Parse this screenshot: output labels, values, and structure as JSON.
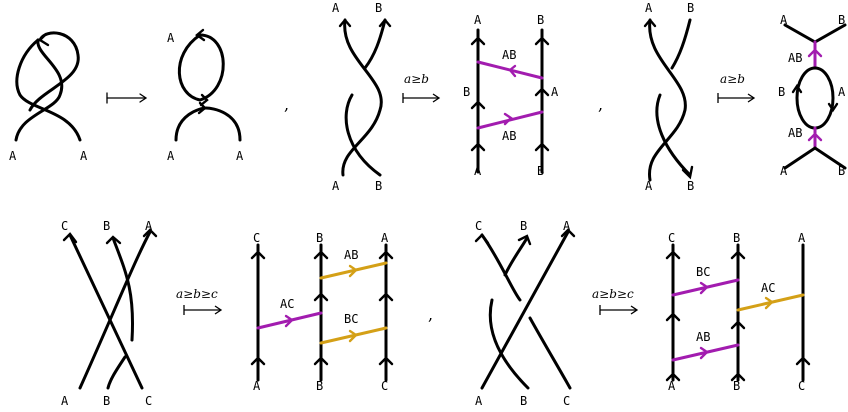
{
  "colors": {
    "ink": "#000000",
    "purple": "#a21caf",
    "gold": "#d4a017"
  },
  "separator": ",",
  "panels": [
    {
      "bottom": [
        "A",
        "A"
      ],
      "rhs_labels": [
        "A",
        "A",
        "A"
      ]
    },
    {
      "top": [
        "A",
        "B"
      ],
      "bottom": [
        "A",
        "B"
      ],
      "condition": "a≥b",
      "rhs_strand_labels": [
        "A",
        "B",
        "A",
        "B"
      ],
      "rhs_region_labels": [
        "B",
        "A"
      ],
      "rhs_edge_labels": [
        "AB",
        "AB"
      ]
    },
    {
      "top": [
        "A",
        "B"
      ],
      "bottom": [
        "A",
        "B"
      ],
      "condition": "a≥b",
      "rhs_labels": [
        "A",
        "B",
        "A",
        "B"
      ],
      "rhs_region_labels": [
        "B",
        "A"
      ],
      "rhs_edge_labels": [
        "AB",
        "AB"
      ]
    },
    {
      "top": [
        "C",
        "B",
        "A"
      ],
      "bottom": [
        "A",
        "B",
        "C"
      ],
      "condition": "a≥b≥c",
      "rhs_top": [
        "C",
        "B",
        "A"
      ],
      "rhs_bottom": [
        "A",
        "B",
        "C"
      ],
      "rhs_edge_labels": [
        "AB",
        "AC",
        "BC"
      ]
    },
    {
      "top": [
        "C",
        "B",
        "A"
      ],
      "bottom": [
        "A",
        "B",
        "C"
      ],
      "condition": "a≥b≥c",
      "rhs_top": [
        "C",
        "B",
        "A"
      ],
      "rhs_bottom": [
        "A",
        "B",
        "C"
      ],
      "rhs_edge_labels": [
        "BC",
        "AC",
        "AB"
      ]
    }
  ]
}
